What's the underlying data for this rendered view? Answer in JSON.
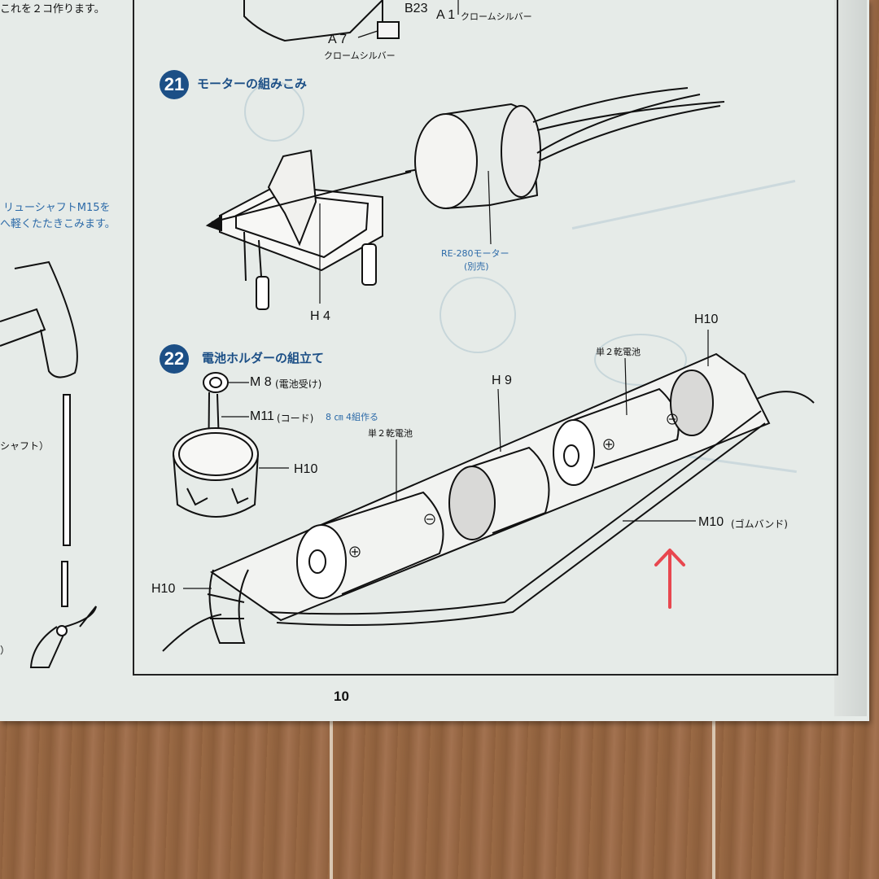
{
  "page_number": "10",
  "top_labels": {
    "b23": "B23",
    "a1": "A 1",
    "a1_note": "クロームシルバー",
    "a7": "A 7",
    "a7_note": "クロームシルバー"
  },
  "left_column": {
    "fragment_top": "これを２コ作ります。",
    "fragment_shaft_1": "リューシャフトM15を",
    "fragment_shaft_2": "へ軽くたたきこみます。",
    "fragment_shaft_label": "シャフト）",
    "fragment_bottom": "）"
  },
  "step21": {
    "number": "21",
    "title": "モーターの組みこみ",
    "part_h4": "H 4",
    "motor_label_1": "RE-280モーター",
    "motor_label_2": "(別売)"
  },
  "step22": {
    "number": "22",
    "title": "電池ホルダーの組立て",
    "m8": "M 8",
    "m8_note": "(電池受け)",
    "m11": "M11",
    "m11_note": "(コード)",
    "m11_instruction": "8 ㎝ 4組作る",
    "h10_cap": "H10",
    "h10_top": "H10",
    "h10_left": "H10",
    "h9": "H 9",
    "battery_1": "単２乾電池",
    "battery_2": "単２乾電池",
    "m10": "M10",
    "m10_note": "(ゴムバンド)"
  },
  "colors": {
    "page": "#e6ebe8",
    "step_badge": "#1c4f86",
    "blue_text": "#2c6aa8",
    "arrow": "#e8474f"
  },
  "icons": {
    "annotation_arrow": "up-arrow-icon"
  }
}
